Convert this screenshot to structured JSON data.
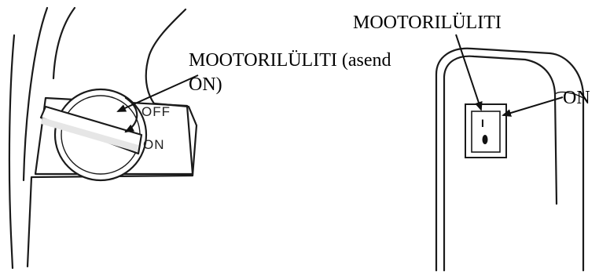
{
  "left_figure": {
    "callout_line1": "MOOTORILÜLITI (asend",
    "callout_line2": "ON)",
    "dial_off": "OFF",
    "dial_on": "ON"
  },
  "right_figure": {
    "callout_top": "MOOTORILÜLITI",
    "callout_on": "ON",
    "rocker_on_glyph": "I",
    "rocker_off_glyph": "O"
  }
}
